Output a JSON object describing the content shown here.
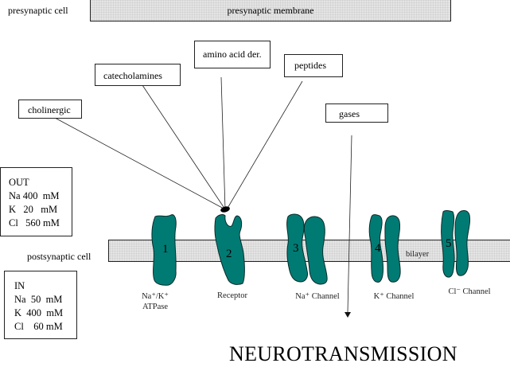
{
  "title": "NEUROTRANSMISSION",
  "presynaptic": {
    "cell_label": "presynaptic cell",
    "membrane_label": "presynaptic membrane"
  },
  "postsynaptic": {
    "cell_label": "postsynaptic cell",
    "bilayer_label": "bilayer"
  },
  "neurotransmitter_classes": [
    {
      "label": "cholinergic"
    },
    {
      "label": "catecholamines"
    },
    {
      "label": "amino acid der."
    },
    {
      "label": "peptides"
    },
    {
      "label": "gases"
    }
  ],
  "ion_concentrations": {
    "out": {
      "heading": "OUT",
      "lines": [
        "Na 400  mM",
        "K   20   mM",
        "Cl   560 mM"
      ]
    },
    "in": {
      "heading": "IN",
      "lines": [
        "Na  50  mM",
        "K  400  mM",
        "Cl    60 mM"
      ]
    }
  },
  "proteins": [
    {
      "number": "1",
      "label_line1": "Na⁺/K⁺",
      "label_line2": "ATPase"
    },
    {
      "number": "2",
      "label_line1": "Receptor",
      "label_line2": ""
    },
    {
      "number": "3",
      "label_line1": "Na⁺ Channel",
      "label_line2": ""
    },
    {
      "number": "4",
      "label_line1": "K⁺ Channel",
      "label_line2": ""
    },
    {
      "number": "5",
      "label_line1": "Cl⁻ Channel",
      "label_line2": ""
    }
  ],
  "colors": {
    "protein_fill": "#007b74",
    "protein_outline": "#0a2a28",
    "membrane_fill": "#e4e4e4"
  }
}
